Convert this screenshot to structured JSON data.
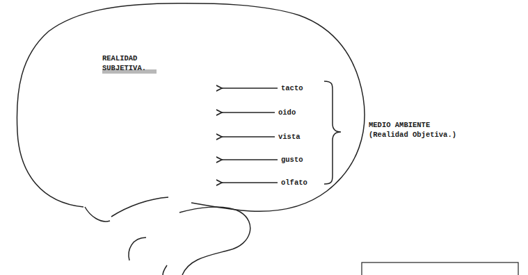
{
  "diagram": {
    "labels": [
      "REALIDAD SUBJETIVA.",
      "tacto",
      "oido",
      "vista",
      "gusto",
      "olfato",
      "MEDIO AMBIENTE (Realidad Objetiva.)"
    ]
  }
}
